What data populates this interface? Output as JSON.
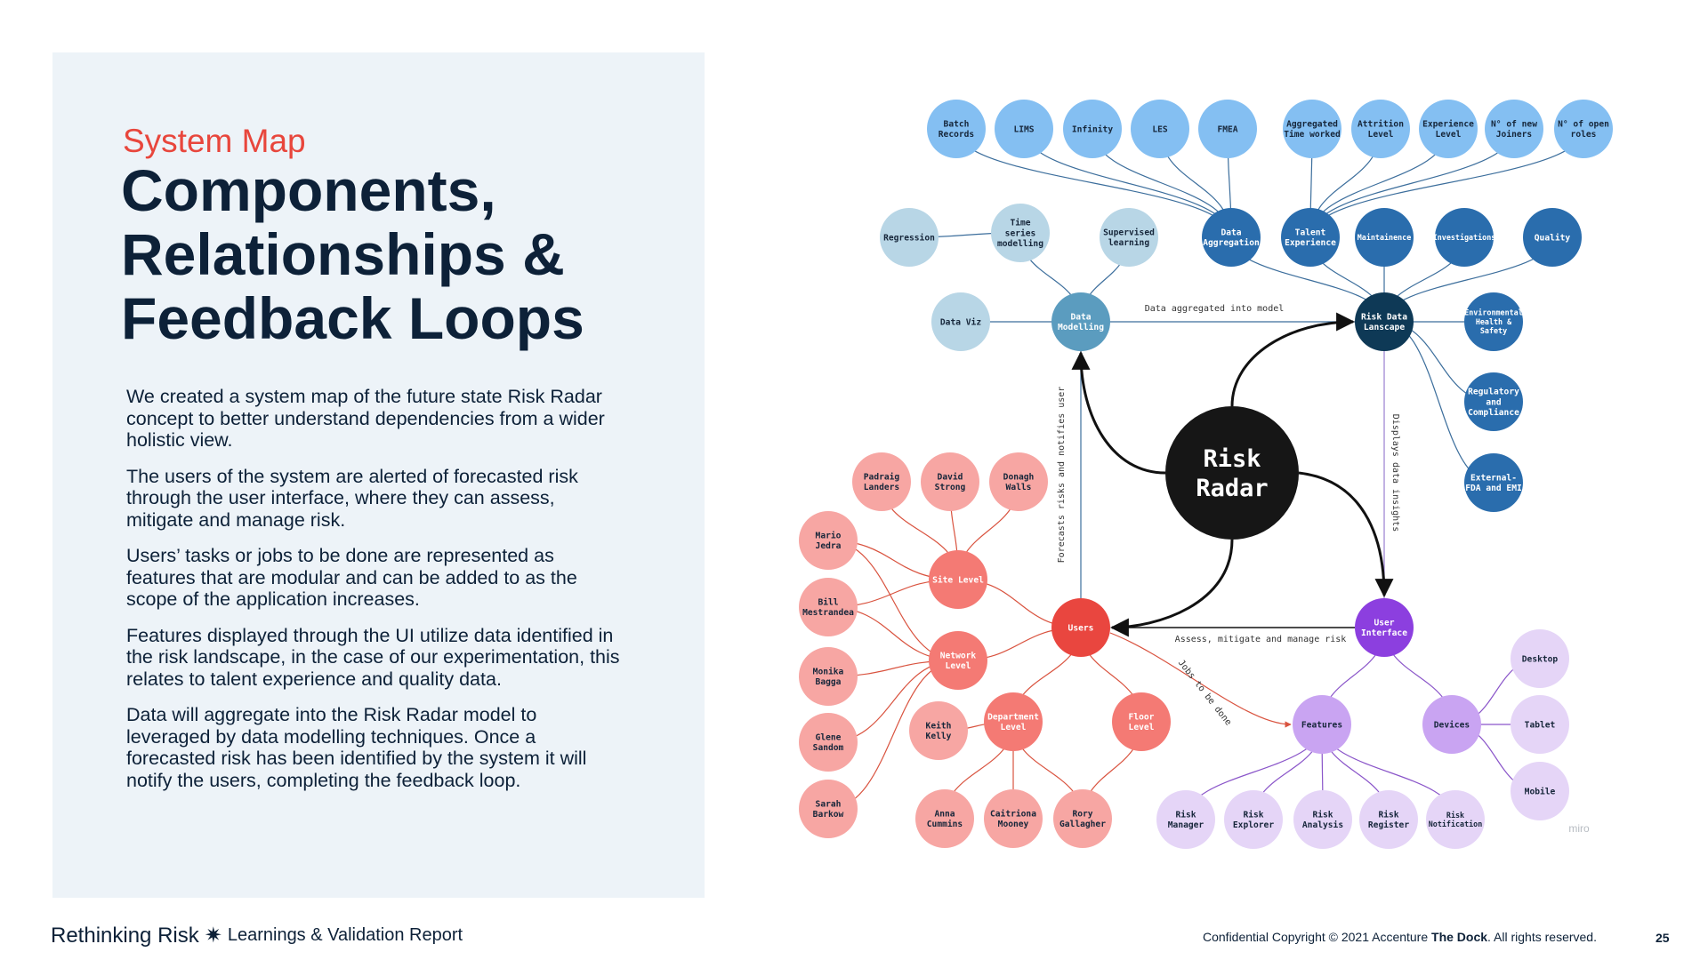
{
  "header": {
    "eyebrow": "System Map",
    "title": "Components, Relationships & Feedback Loops"
  },
  "body_paragraphs": [
    "We created a system map of the future state Risk Radar concept to better understand dependencies from a wider holistic view.",
    "The users of the system are alerted of forecasted risk through the user interface, where they can assess, mitigate and manage risk.",
    "Users’ tasks or jobs to be done are represented as features that are modular and can be added to as the scope of the application increases.",
    "Features displayed through the UI utilize data identified in the risk landscape, in the case of our experimentation, this relates to talent experience and quality data.",
    "Data will aggregate into the Risk Radar model to leveraged by data modelling techniques. Once a forecasted risk has been identified by the system it will notify the users, completing the feedback loop."
  ],
  "footer": {
    "brand": "Rethinking Risk",
    "brand_star": "✷",
    "report": "Learnings & Validation Report",
    "copyright_prefix": "Confidential Copyright © 2021 Accenture ",
    "copyright_bold": "The Dock",
    "copyright_suffix": ". All rights reserved.",
    "page_number": "25"
  },
  "watermark": "miro",
  "colors": {
    "light_blue": "#84bff2",
    "mid_blue": "#2a6dad",
    "pale_blue": "#b8d6e6",
    "teal": "#5b9cbf",
    "navy": "#0e3956",
    "center": "#161616",
    "users_red": "#e9463f",
    "salmon": "#f47a74",
    "pink": "#f7a6a3",
    "purple": "#8c3fdf",
    "lavender": "#c9a4f2",
    "pale_lavender": "#e5d5f7"
  },
  "diagram": {
    "nodes": [
      {
        "id": "batch",
        "lines": [
          "Batch",
          "Records"
        ],
        "color": "light_blue"
      },
      {
        "id": "lims",
        "lines": [
          "LIMS"
        ],
        "color": "light_blue"
      },
      {
        "id": "infinity",
        "lines": [
          "Infinity"
        ],
        "color": "light_blue"
      },
      {
        "id": "les",
        "lines": [
          "LES"
        ],
        "color": "light_blue"
      },
      {
        "id": "fmea",
        "lines": [
          "FMEA"
        ],
        "color": "light_blue"
      },
      {
        "id": "aggtime",
        "lines": [
          "Aggregated",
          "Time worked"
        ],
        "color": "light_blue"
      },
      {
        "id": "attrition",
        "lines": [
          "Attrition",
          "Level"
        ],
        "color": "light_blue"
      },
      {
        "id": "experience",
        "lines": [
          "Experience",
          "Level"
        ],
        "color": "light_blue"
      },
      {
        "id": "newjoiners",
        "lines": [
          "N° of new",
          "Joiners"
        ],
        "color": "light_blue"
      },
      {
        "id": "openroles",
        "lines": [
          "N° of open",
          "roles"
        ],
        "color": "light_blue"
      },
      {
        "id": "regression",
        "lines": [
          "Regression"
        ],
        "color": "pale_blue"
      },
      {
        "id": "timeseries",
        "lines": [
          "Time",
          "series",
          "modelling"
        ],
        "color": "pale_blue"
      },
      {
        "id": "supervised",
        "lines": [
          "Supervised",
          "learning"
        ],
        "color": "pale_blue"
      },
      {
        "id": "dataagg",
        "lines": [
          "Data",
          "Aggregation"
        ],
        "color": "mid_blue",
        "light_text": true
      },
      {
        "id": "talent",
        "lines": [
          "Talent",
          "Experience"
        ],
        "color": "mid_blue",
        "light_text": true
      },
      {
        "id": "maintenance",
        "lines": [
          "Maintainence"
        ],
        "color": "mid_blue",
        "light_text": true
      },
      {
        "id": "investigations",
        "lines": [
          "Investigations"
        ],
        "color": "mid_blue",
        "light_text": true
      },
      {
        "id": "quality",
        "lines": [
          "Quality"
        ],
        "color": "mid_blue",
        "light_text": true
      },
      {
        "id": "dataviz",
        "lines": [
          "Data Viz"
        ],
        "color": "pale_blue"
      },
      {
        "id": "datamodelling",
        "lines": [
          "Data",
          "Modelling"
        ],
        "color": "teal",
        "light_text": true
      },
      {
        "id": "riskdata",
        "lines": [
          "Risk Data",
          "Lanscape"
        ],
        "color": "navy",
        "light_text": true
      },
      {
        "id": "ehs",
        "lines": [
          "Environmental",
          "Health &",
          "Safety"
        ],
        "color": "mid_blue",
        "light_text": true
      },
      {
        "id": "regulatory",
        "lines": [
          "Regulatory",
          "and",
          "Compliance"
        ],
        "color": "mid_blue",
        "light_text": true
      },
      {
        "id": "external",
        "lines": [
          "External-",
          "FDA and EMI"
        ],
        "color": "mid_blue",
        "light_text": true
      },
      {
        "id": "riskradar",
        "lines": [
          "Risk",
          "Radar"
        ],
        "color": "center",
        "light_text": true
      },
      {
        "id": "padraig",
        "lines": [
          "Padraig",
          "Landers"
        ],
        "color": "pink"
      },
      {
        "id": "david",
        "lines": [
          "David",
          "Strong"
        ],
        "color": "pink"
      },
      {
        "id": "donagh",
        "lines": [
          "Donagh",
          "Walls"
        ],
        "color": "pink"
      },
      {
        "id": "mario",
        "lines": [
          "Mario",
          "Jedra"
        ],
        "color": "pink"
      },
      {
        "id": "bill",
        "lines": [
          "Bill",
          "Mestrandea"
        ],
        "color": "pink"
      },
      {
        "id": "monika",
        "lines": [
          "Monika",
          "Bagga"
        ],
        "color": "pink"
      },
      {
        "id": "glene",
        "lines": [
          "Glene",
          "Sandom"
        ],
        "color": "pink"
      },
      {
        "id": "sarah",
        "lines": [
          "Sarah",
          "Barkow"
        ],
        "color": "pink"
      },
      {
        "id": "site",
        "lines": [
          "Site Level"
        ],
        "color": "salmon",
        "light_text": true
      },
      {
        "id": "network",
        "lines": [
          "Network",
          "Level"
        ],
        "color": "salmon",
        "light_text": true
      },
      {
        "id": "users",
        "lines": [
          "Users"
        ],
        "color": "users_red",
        "light_text": true
      },
      {
        "id": "keith",
        "lines": [
          "Keith",
          "Kelly"
        ],
        "color": "pink"
      },
      {
        "id": "department",
        "lines": [
          "Department",
          "Level"
        ],
        "color": "salmon",
        "light_text": true
      },
      {
        "id": "floor",
        "lines": [
          "Floor",
          "Level"
        ],
        "color": "salmon",
        "light_text": true
      },
      {
        "id": "anna",
        "lines": [
          "Anna",
          "Cummins"
        ],
        "color": "pink"
      },
      {
        "id": "caitriona",
        "lines": [
          "Caitriona",
          "Mooney"
        ],
        "color": "pink"
      },
      {
        "id": "rory",
        "lines": [
          "Rory",
          "Gallagher"
        ],
        "color": "pink"
      },
      {
        "id": "ui",
        "lines": [
          "User",
          "Interface"
        ],
        "color": "purple",
        "light_text": true
      },
      {
        "id": "features",
        "lines": [
          "Features"
        ],
        "color": "lavender"
      },
      {
        "id": "devices",
        "lines": [
          "Devices"
        ],
        "color": "lavender"
      },
      {
        "id": "desktop",
        "lines": [
          "Desktop"
        ],
        "color": "pale_lavender"
      },
      {
        "id": "tablet",
        "lines": [
          "Tablet"
        ],
        "color": "pale_lavender"
      },
      {
        "id": "mobile",
        "lines": [
          "Mobile"
        ],
        "color": "pale_lavender"
      },
      {
        "id": "riskmanager",
        "lines": [
          "Risk",
          "Manager"
        ],
        "color": "pale_lavender"
      },
      {
        "id": "riskexplorer",
        "lines": [
          "Risk",
          "Explorer"
        ],
        "color": "pale_lavender"
      },
      {
        "id": "riskanalysis",
        "lines": [
          "Risk",
          "Analysis"
        ],
        "color": "pale_lavender"
      },
      {
        "id": "riskregister",
        "lines": [
          "Risk",
          "Register"
        ],
        "color": "pale_lavender"
      },
      {
        "id": "risknotification",
        "lines": [
          "Risk",
          "Notification"
        ],
        "color": "pale_lavender"
      }
    ],
    "edge_labels": {
      "aggregated": "Data aggregated into model",
      "forecasts": "Forecasts risks and notifies user",
      "displays": "Displays data insights",
      "assess": "Assess, mitigate and manage risk",
      "jobs": "Jobs to be done"
    }
  }
}
